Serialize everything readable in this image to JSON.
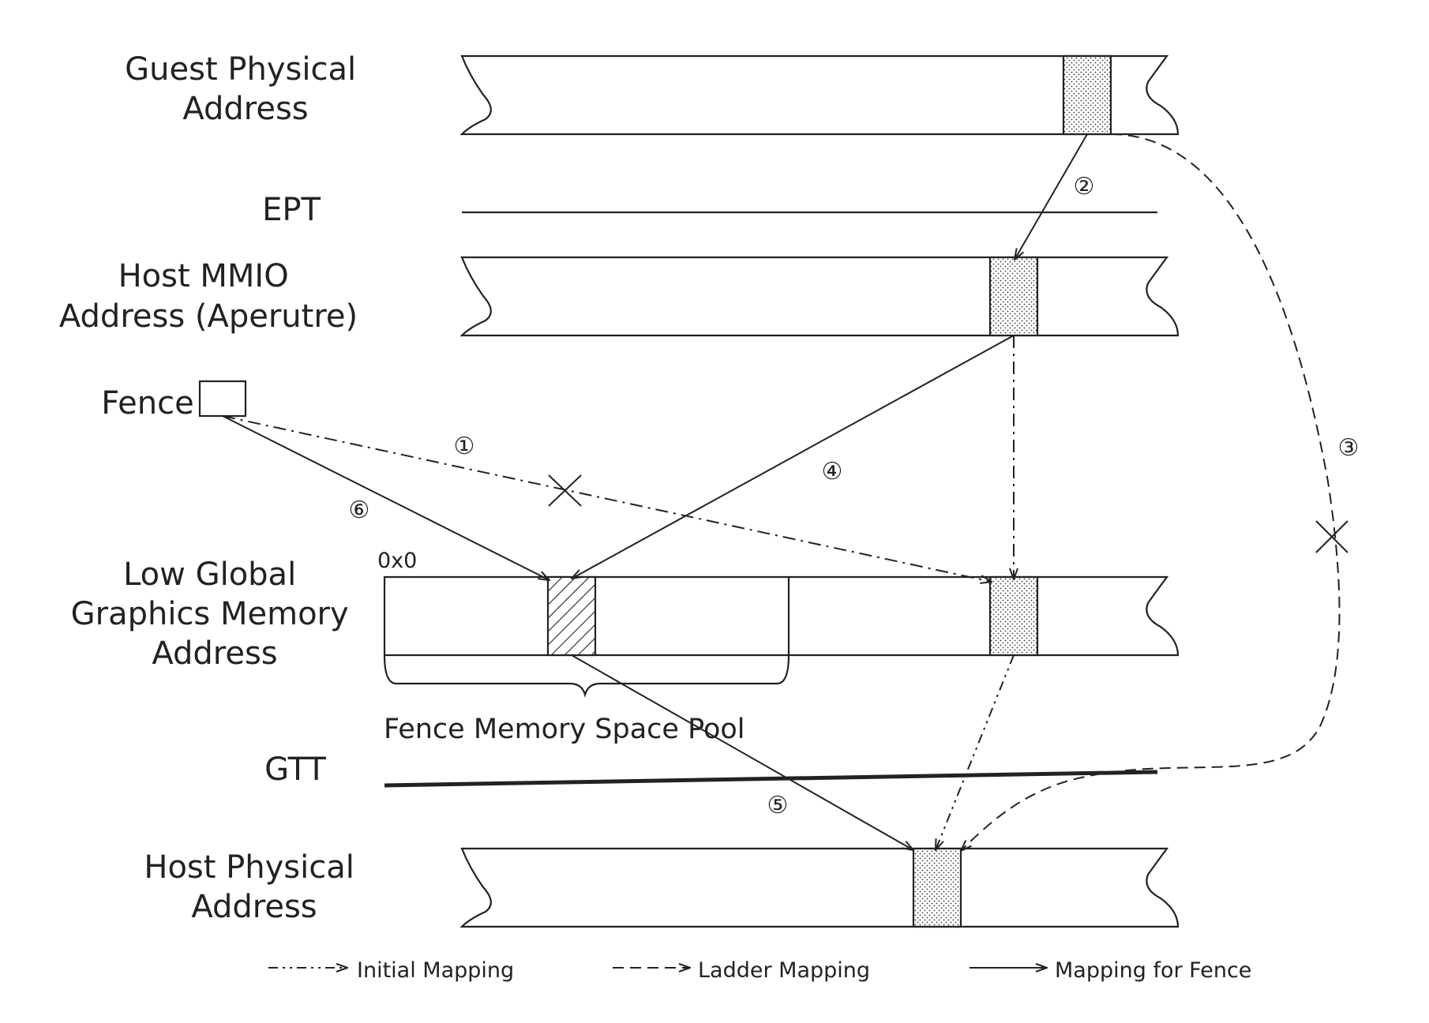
{
  "layers": {
    "gpa": "Guest Physical\nAddress",
    "ept": "EPT",
    "mmio": "Host MMIO\nAddress (Aperutre)",
    "fence": "Fence",
    "lgm": "Low Global\nGraphics Memory\nAddress",
    "gtt": "GTT",
    "hpa": "Host Physical\nAddress"
  },
  "annotations": {
    "zero": "0x0",
    "pool": "Fence Memory Space Pool"
  },
  "steps": [
    "①",
    "②",
    "③",
    "④",
    "⑤",
    "⑥"
  ],
  "legend": {
    "initial": "Initial Mapping",
    "ladder": "Ladder Mapping",
    "fence": "Mapping for Fence"
  },
  "colors": {
    "ink": "#222222",
    "background": "#ffffff"
  }
}
